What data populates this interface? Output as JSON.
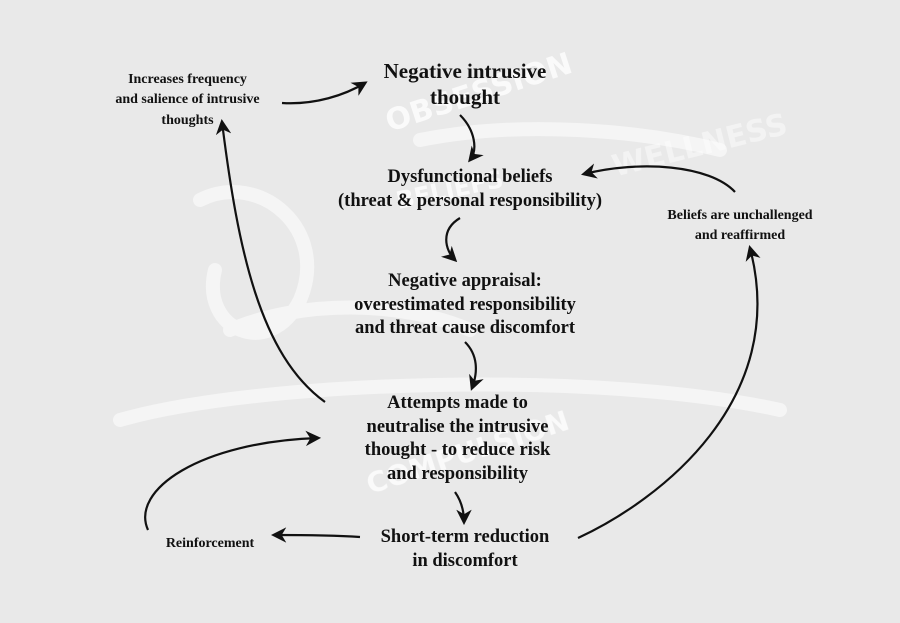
{
  "nodes": {
    "negative_thought": "Negative intrusive\nthought",
    "dysfunctional_beliefs": "Dysfunctional beliefs\n(threat & personal responsibility)",
    "negative_appraisal": "Negative appraisal:\noverestimated responsibility\nand threat cause discomfort",
    "attempts": "Attempts made to\nneutralise the intrusive\nthought - to reduce risk\nand responsibility",
    "short_term": "Short-term reduction\nin discomfort"
  },
  "side_labels": {
    "increases": "Increases frequency\nand salience of intrusive\nthoughts",
    "beliefs_unchallenged": "Beliefs are unchallenged\nand reaffirmed",
    "reinforcement": "Reinforcement"
  },
  "watermark": {
    "top_word": "OBSESSION",
    "bottom_word": "COMPULSION",
    "word_3": "BELIEFS",
    "word_4": "WELLNESS"
  },
  "colors": {
    "background": "#e9e9e9",
    "text": "#111111",
    "watermark": "#ffffff"
  }
}
